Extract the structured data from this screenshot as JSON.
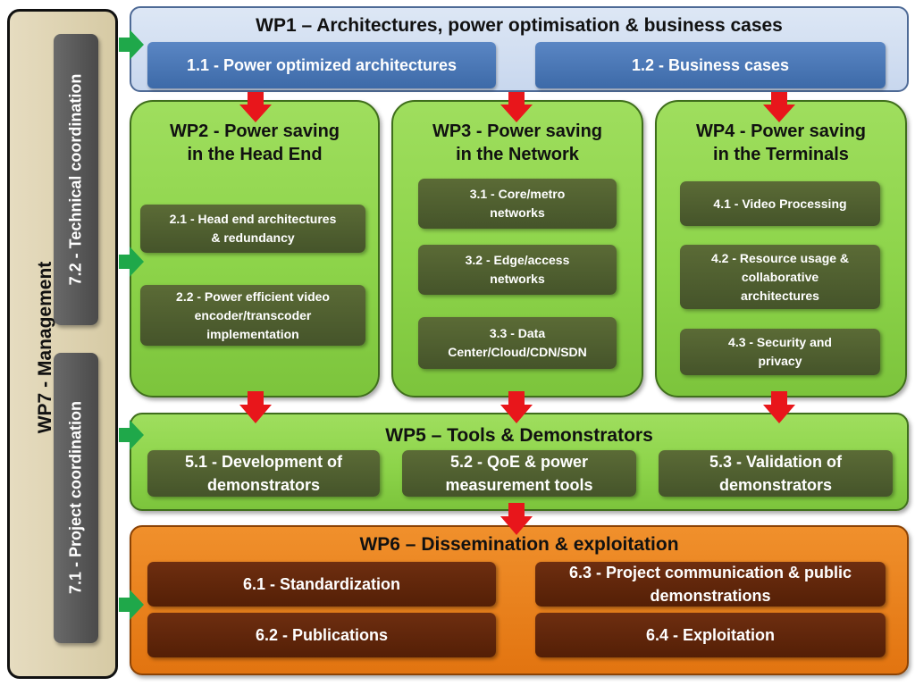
{
  "wp1": {
    "title": "WP1 – Architectures, power optimisation & business cases",
    "tasks": [
      "1.1 - Power optimized architectures",
      "1.2 - Business cases"
    ]
  },
  "wp2": {
    "title_line1": "WP2 - Power saving",
    "title_line2": "in the Head End",
    "tasks": [
      [
        "2.1  - Head end architectures",
        "& redundancy"
      ],
      [
        "2.2  - Power efficient video",
        "encoder/transcoder",
        "implementation"
      ]
    ]
  },
  "wp3": {
    "title_line1": "WP3 - Power saving",
    "title_line2": "in the Network",
    "tasks": [
      [
        "3.1  - Core/metro",
        "networks"
      ],
      [
        "3.2  - Edge/access",
        "networks"
      ],
      [
        "3.3  - Data",
        "Center/Cloud/CDN/SDN"
      ]
    ]
  },
  "wp4": {
    "title_line1": "WP4 - Power saving",
    "title_line2": "in the Terminals",
    "tasks": [
      [
        "4.1  - Video Processing"
      ],
      [
        "4.2  - Resource usage &",
        "collaborative",
        "architectures"
      ],
      [
        "4.3  - Security and",
        "privacy"
      ]
    ]
  },
  "wp5": {
    "title": "WP5 – Tools & Demonstrators",
    "tasks": [
      [
        "5.1  - Development of",
        "demonstrators"
      ],
      [
        "5.2  - QoE & power",
        "measurement tools"
      ],
      [
        "5.3  - Validation of",
        "demonstrators"
      ]
    ]
  },
  "wp6": {
    "title": "WP6 – Dissemination & exploitation",
    "tasks": [
      [
        "6.1  - Standardization"
      ],
      [
        "6.2  - Publications"
      ],
      [
        "6.3  - Project communication & public",
        "demonstrations"
      ],
      [
        "6.4  - Exploitation"
      ]
    ]
  },
  "wp7": {
    "title": "WP7 - Management",
    "technical": "7.2 - Technical coordination",
    "project": "7.1 - Project coordination"
  },
  "colors": {
    "arrow_red": "#e8161b",
    "arrow_green": "#1fa84a",
    "wp_green": "#8dd44a",
    "wp6_orange": "#e27410",
    "wp1_blue": "#c8d7ee"
  }
}
